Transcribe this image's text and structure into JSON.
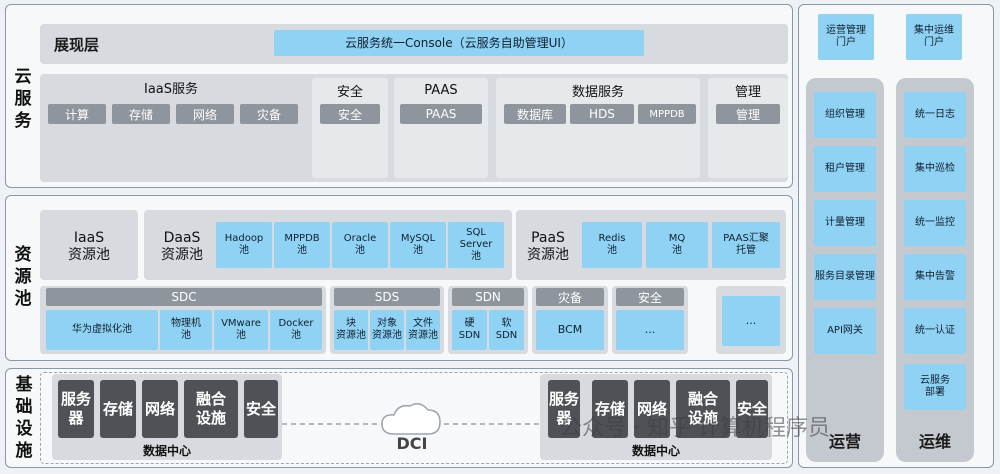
{
  "cloud": {
    "label": "云服务",
    "presentation_label": "展现层",
    "console_label": "云服务统一Console（云服务自助管理UI）",
    "iaas": {
      "title": "IaaS服务",
      "items": [
        "计算",
        "存储",
        "网络",
        "灾备"
      ]
    },
    "security": {
      "title": "安全",
      "item": "安全"
    },
    "paas": {
      "title": "PAAS",
      "item": "PAAS"
    },
    "data_service": {
      "title": "数据服务",
      "items": [
        "数据库",
        "HDS",
        "MPPDB"
      ]
    },
    "management": {
      "title": "管理",
      "item": "管理"
    }
  },
  "resource": {
    "label": "资源池",
    "iaas_pool": "IaaS\n资源池",
    "daas_pool": "DaaS\n资源池",
    "daas_items": [
      "Hadoop\n池",
      "MPPDB\n池",
      "Oracle\n池",
      "MySQL\n池",
      "SQL\nServer\n池"
    ],
    "paas_pool": "PaaS\n资源池",
    "paas_items": [
      "Redis\n池",
      "MQ\n池",
      "PAAS汇聚\n托管"
    ],
    "sdc": {
      "title": "SDC",
      "items": [
        "华为虚拟化池",
        "物理机\n池",
        "VMware\n池",
        "Docker\n池"
      ]
    },
    "sds": {
      "title": "SDS",
      "items": [
        "块\n资源池",
        "对象\n资源池",
        "文件\n资源池"
      ]
    },
    "sdn": {
      "title": "SDN",
      "items": [
        "硬\nSDN",
        "软\nSDN"
      ]
    },
    "dr": {
      "title": "灾备",
      "item": "BCM"
    },
    "sec": {
      "title": "安全",
      "item": "..."
    },
    "extra_item": "..."
  },
  "infra": {
    "label": "基础\n设施",
    "dc_items": [
      "服务\n器",
      "存储",
      "网络",
      "融合\n设施",
      "安全"
    ],
    "dc_caption": "数据中心",
    "dci": "DCI"
  },
  "ops": {
    "portal1": "运营管理\n门户",
    "portal2": "集中运维\n门户",
    "ops_items": [
      "组织管理",
      "租户管理",
      "计量管理",
      "服务目录管理",
      "API网关"
    ],
    "om_items": [
      "统一日志",
      "集中巡检",
      "统一监控",
      "集中告警",
      "统一认证",
      "云服务\n部署"
    ],
    "ops_footer": "运营",
    "om_footer": "运维"
  },
  "watermark": "公众号 · 知乎 计算机程序员"
}
